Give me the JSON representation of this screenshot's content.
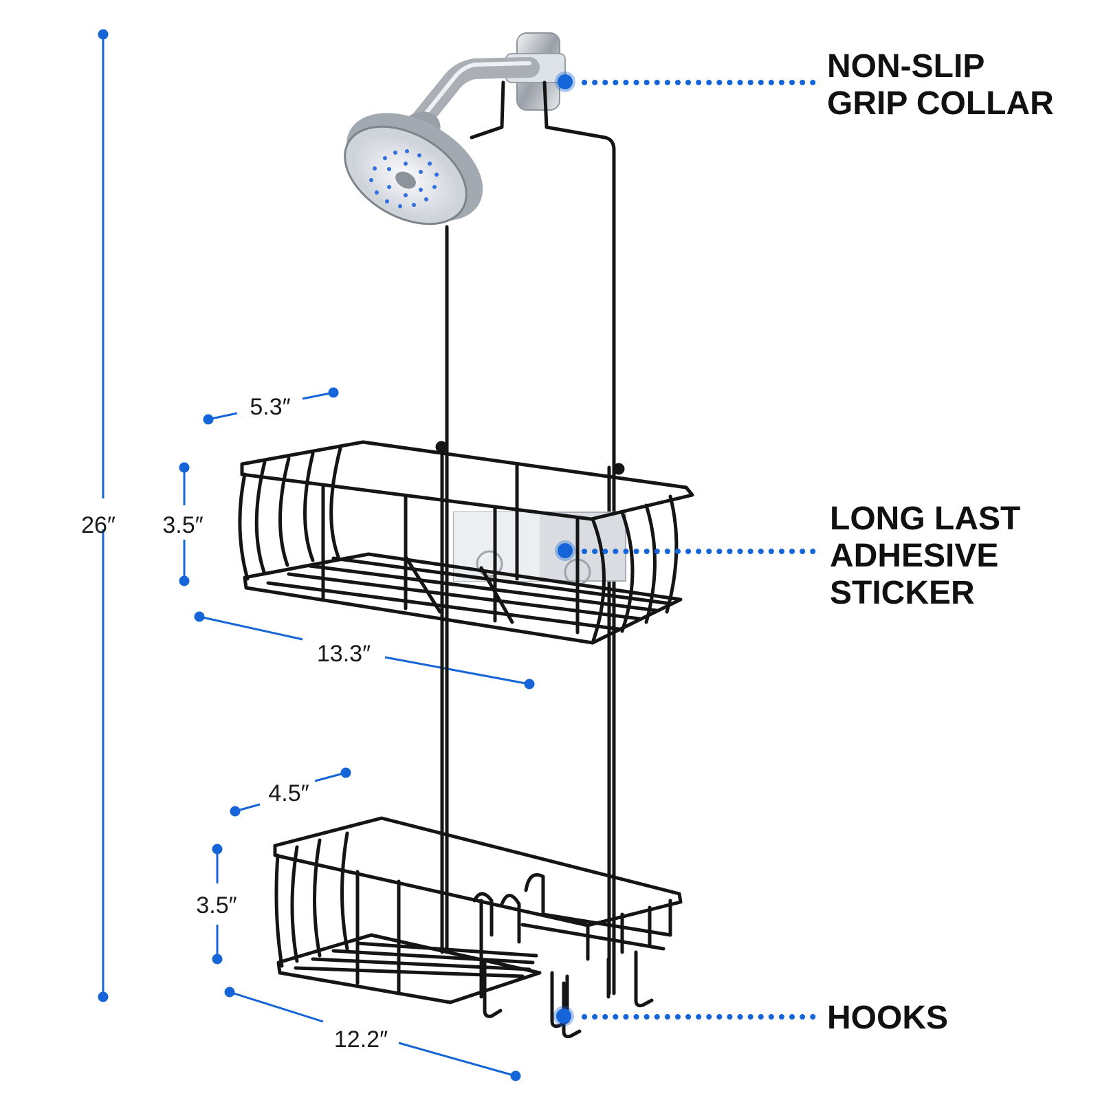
{
  "dimensions": {
    "total_height": "26″",
    "top_depth": "5.3″",
    "top_height": "3.5″",
    "top_width": "13.3″",
    "bottom_depth": "4.5″",
    "bottom_height": "3.5″",
    "bottom_width": "12.2″"
  },
  "callouts": {
    "collar": [
      "NON-SLIP",
      "GRIP COLLAR"
    ],
    "sticker": [
      "LONG LAST",
      "ADHESIVE",
      "STICKER"
    ],
    "hooks": [
      "HOOKS"
    ]
  },
  "colors": {
    "accent": "#1565d8",
    "wire": "#151515",
    "chrome": "#b9bec4"
  }
}
